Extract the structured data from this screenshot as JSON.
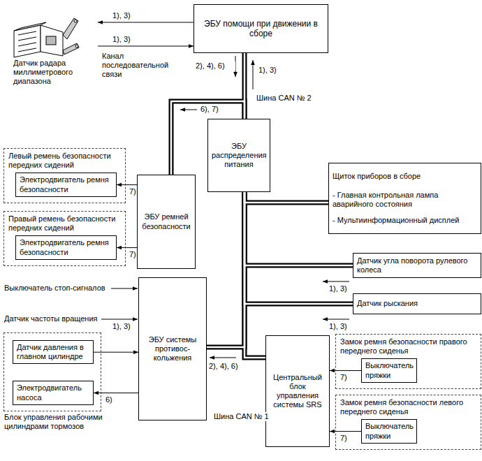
{
  "diagram": {
    "nodes": [
      {
        "text": [
          "Датчик радара миллиметрового диапазона"
        ]
      },
      {
        "text": [
          "ЭБУ помощи при движении в сборе"
        ]
      },
      {
        "text": [
          "ЭБУ распределения питания"
        ]
      },
      {
        "text": [
          "Левый ремень безопасности передних сидений"
        ]
      },
      {
        "text": [
          "Электродвигатель ремня безопасности"
        ],
        "in": 3
      },
      {
        "text": [
          "Щиток приборов в сборе",
          "- Главная контрольная лампа аварийного состояния",
          "- Мультиинформационный дисплей"
        ]
      },
      {
        "text": [
          "Правый ремень безопасности передних сидений"
        ]
      },
      {
        "text": [
          "Электродвигатель ремня безопасности"
        ],
        "in": 6
      },
      {
        "text": [
          "ЭБУ ремней безопасности"
        ]
      },
      {
        "text": [
          "Датчик угла поворота рулевого колеса"
        ]
      },
      {
        "text": [
          "ЭБУ системы противос- кольжения"
        ]
      },
      {
        "text": [
          "Датчик рыскания"
        ]
      },
      {
        "text": [
          "Замок ремня безопасности правого переднего сиденья"
        ]
      },
      {
        "text": [
          "Выключатель пряжки"
        ],
        "in": 12
      },
      {
        "text": [
          "Блок управления рабочими цилиндрами тормозов"
        ]
      },
      {
        "text": [
          "Датчик давления в главном цилиндре"
        ],
        "in": 14
      },
      {
        "text": [
          "Электродвигатель насоса"
        ],
        "in": 14
      },
      {
        "text": [
          "Центральный блок управления системы SRS"
        ]
      },
      {
        "text": [
          "Замок ремня безопасности левого переднего сиденья"
        ]
      },
      {
        "text": [
          "Выключатель пряжки"
        ],
        "in": 18
      }
    ],
    "edges": [
      {
        "from": 1,
        "to": 0,
        "arrow": "to",
        "label": "1), 3)"
      },
      {
        "from": 0,
        "to": 1,
        "arrow": "to",
        "label": "1), 3)"
      },
      {
        "from": 1,
        "to": 2,
        "arrow": "none"
      },
      {
        "from": 2,
        "to": 5,
        "arrow": "none"
      },
      {
        "from": 2,
        "to": 9,
        "arrow": "none"
      },
      {
        "from": 2,
        "to": 11,
        "arrow": "none"
      },
      {
        "from": 2,
        "to": 17,
        "arrow": "none"
      },
      {
        "from": 2,
        "to": 8,
        "arrow": "none"
      },
      {
        "from": 2,
        "to": 10,
        "arrow": "none"
      },
      {
        "from": 8,
        "to": 4,
        "arrow": "to",
        "label": "7)"
      },
      {
        "from": 8,
        "to": 7,
        "arrow": "to",
        "label": "7)"
      },
      {
        "from": 15,
        "to": 10,
        "arrow": "to"
      },
      {
        "from": 10,
        "to": 16,
        "arrow": "to",
        "label": "6)"
      },
      {
        "from": 13,
        "to": 17,
        "arrow": "to",
        "label": "7)"
      },
      {
        "from": 19,
        "to": 17,
        "arrow": "to",
        "label": "7)"
      }
    ],
    "labels": [
      "Канал последовательной связи",
      "2), 4), 6)",
      "1), 3)",
      "Шина CAN № 2",
      "6), 7)",
      "1), 3)",
      "1), 3)",
      "Выключатель стоп-сигналов",
      "Датчик частоты вращения",
      "1), 3)",
      "2), 4), 6)",
      "Шина CAN № 1"
    ]
  }
}
